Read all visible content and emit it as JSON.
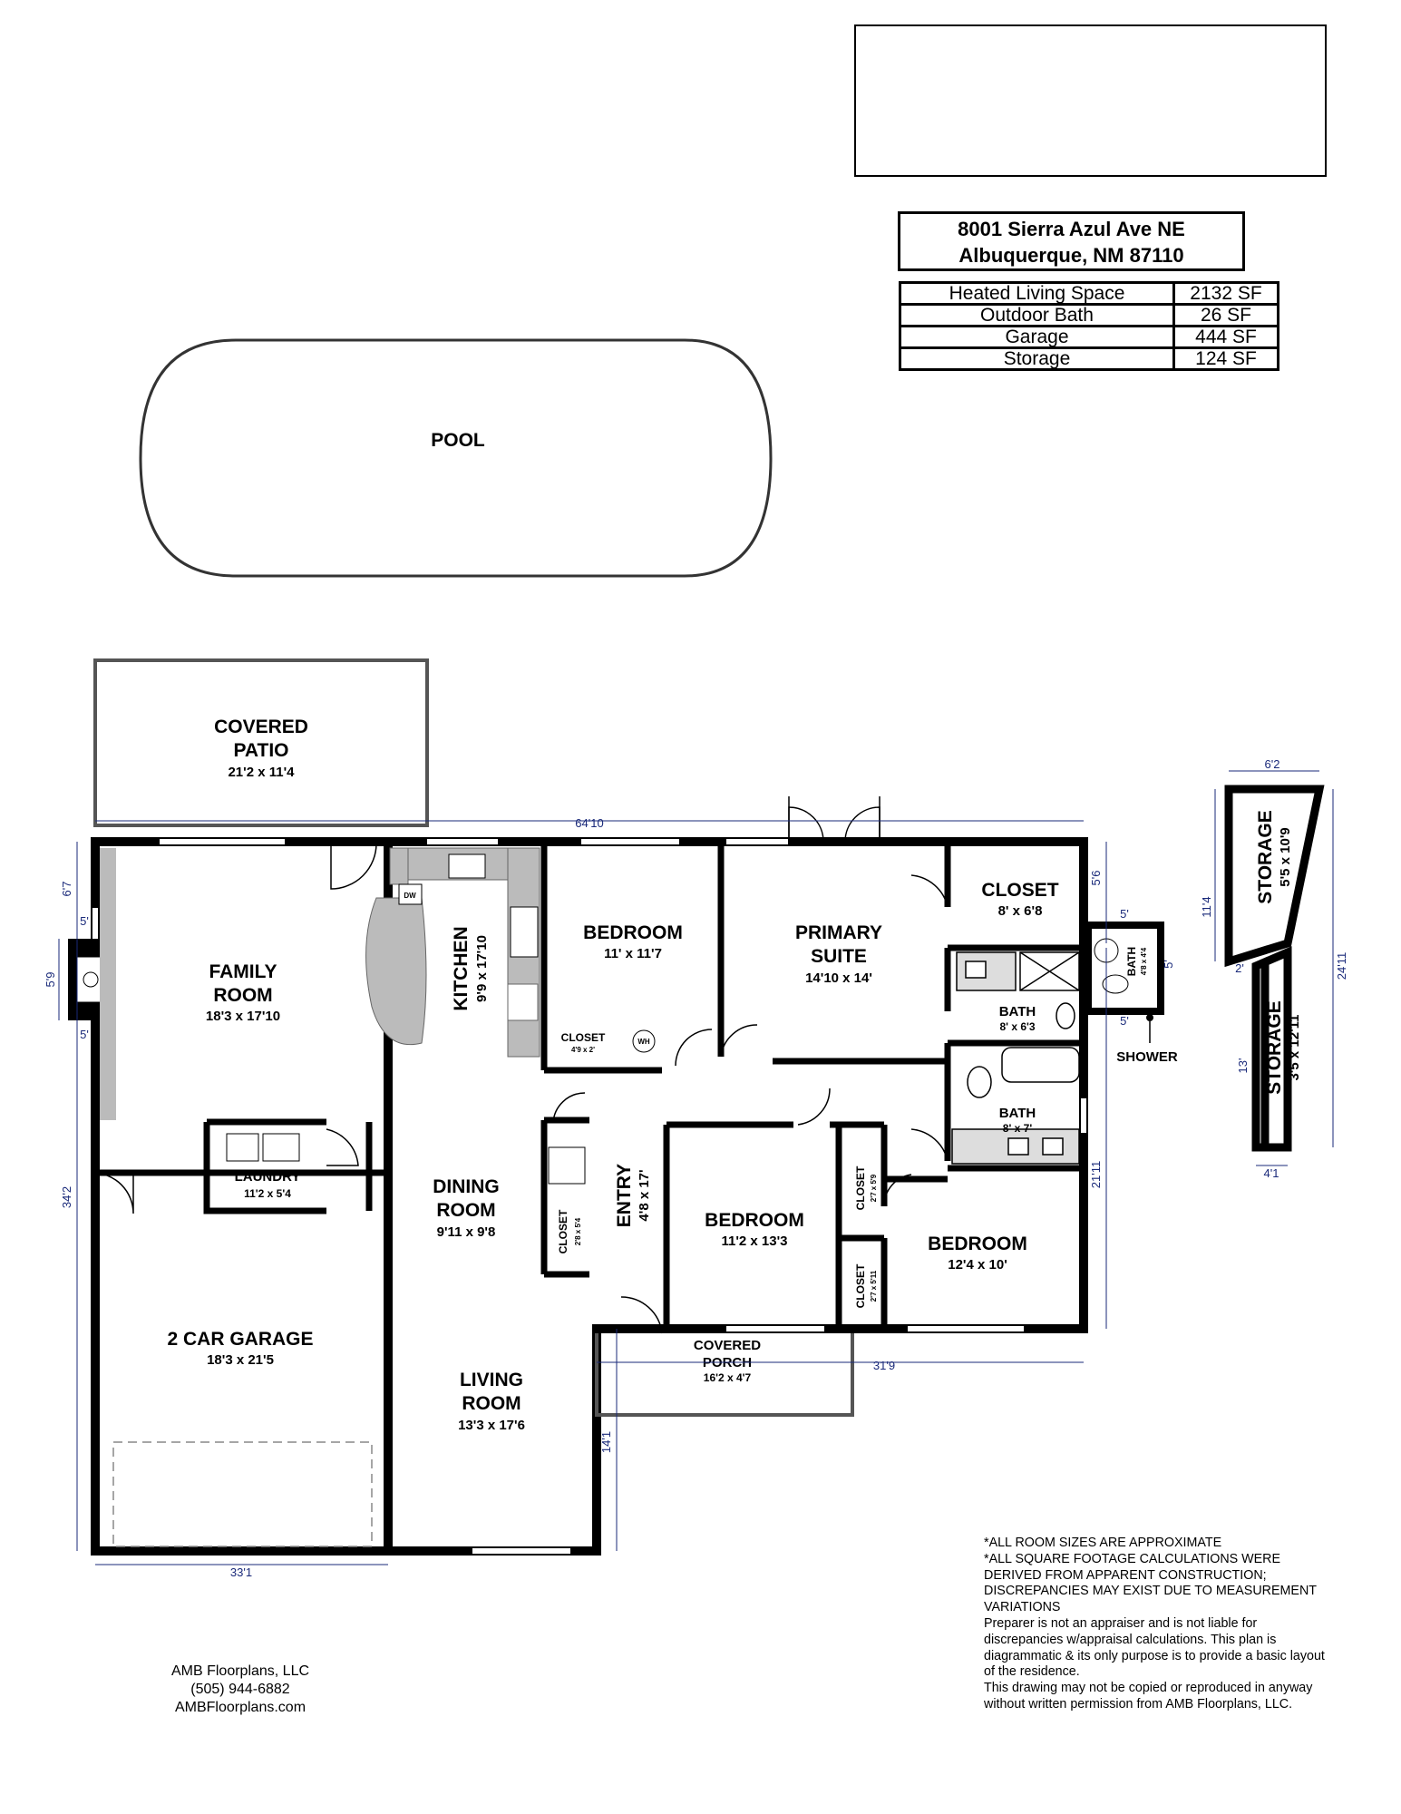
{
  "address": {
    "line1": "8001 Sierra Azul Ave NE",
    "line2": "Albuquerque, NM 87110"
  },
  "areas": [
    {
      "label": "Heated Living Space",
      "value": "2132 SF"
    },
    {
      "label": "Outdoor Bath",
      "value": "26 SF"
    },
    {
      "label": "Garage",
      "value": "444 SF"
    },
    {
      "label": "Storage",
      "value": "124 SF"
    }
  ],
  "rooms": {
    "pool": {
      "name": "POOL"
    },
    "covered_patio": {
      "name1": "COVERED",
      "name2": "PATIO",
      "size": "21'2 x 11'4"
    },
    "family_room": {
      "name1": "FAMILY",
      "name2": "ROOM",
      "size": "18'3 x 17'10"
    },
    "kitchen": {
      "name": "KITCHEN",
      "size": "9'9 x 17'10"
    },
    "bedroom_nw": {
      "name": "BEDROOM",
      "size": "11' x 11'7"
    },
    "closet_small": {
      "name": "CLOSET",
      "size": "4'9 x 2'"
    },
    "water_heater": {
      "label": "WH"
    },
    "dishwasher": {
      "label": "DW"
    },
    "primary_suite": {
      "name1": "PRIMARY",
      "name2": "SUITE",
      "size": "14'10 x 14'"
    },
    "primary_closet": {
      "name": "CLOSET",
      "size": "8' x 6'8"
    },
    "primary_bath": {
      "name": "BATH",
      "size": "8' x 6'3"
    },
    "hall_bath": {
      "name": "BATH",
      "size": "8' x 7'"
    },
    "outdoor_bath": {
      "name": "BATH",
      "size": "4'8 x 4'4"
    },
    "shower": {
      "name": "SHOWER"
    },
    "laundry": {
      "name": "LAUNDRY",
      "size": "11'2 x 5'4"
    },
    "dining_room": {
      "name1": "DINING",
      "name2": "ROOM",
      "size": "9'11 x 9'8"
    },
    "entry_closet": {
      "name": "CLOSET",
      "size": "2'8 x 5'4"
    },
    "entry": {
      "name": "ENTRY",
      "size": "4'8 x 17'"
    },
    "bedroom_mid": {
      "name": "BEDROOM",
      "size": "11'2 x 13'3"
    },
    "closet_upper": {
      "name": "CLOSET",
      "size": "2'7 x 5'9"
    },
    "closet_lower": {
      "name": "CLOSET",
      "size": "2'7 x 5'11"
    },
    "bedroom_se": {
      "name": "BEDROOM",
      "size": "12'4 x 10'"
    },
    "garage": {
      "name": "2 CAR GARAGE",
      "size": "18'3 x 21'5"
    },
    "living_room": {
      "name1": "LIVING",
      "name2": "ROOM",
      "size": "13'3 x 17'6"
    },
    "covered_porch": {
      "name1": "COVERED",
      "name2": "PORCH",
      "size": "16'2 x 4'7"
    },
    "storage_upper": {
      "name": "STORAGE",
      "size": "5'5 x 10'9"
    },
    "storage_lower": {
      "name": "STORAGE",
      "size": "3'5 x 12'11"
    }
  },
  "dimensions": {
    "top_width": "64'10",
    "left_height": "34'2",
    "left_top": "6'7",
    "fireplace_height": "5'9",
    "fireplace_offset_top": "5'",
    "fireplace_offset_bottom": "5'",
    "bottom_width": "33'1",
    "porch_width": "31'9",
    "porch_depth": "14'1",
    "right_height": "21'11",
    "right_top": "5'6",
    "outbath_width": "5'",
    "outbath_height": "5'",
    "outbath_bottom": "5'",
    "storage_top_width": "6'2",
    "storage_upper_height": "11'4",
    "storage_gap": "2'",
    "storage_lower_height": "13'",
    "storage_total_height": "24'11",
    "storage_bottom_width": "4'1"
  },
  "notes": [
    "*ALL ROOM SIZES ARE APPROXIMATE",
    "*ALL SQUARE FOOTAGE CALCULATIONS WERE DERIVED FROM APPARENT CONSTRUCTION; DISCREPANCIES MAY EXIST DUE TO MEASUREMENT VARIATIONS",
    "Preparer is not an appraiser and is not liable for discrepancies w/appraisal calculations.  This plan is diagrammatic & its only purpose is to provide a basic layout of the residence.",
    "This drawing may not be copied or reproduced in anyway without written permission from AMB Floorplans, LLC."
  ],
  "company": {
    "name": "AMB Floorplans, LLC",
    "phone": "(505) 944-6882",
    "website": "AMBFloorplans.com"
  }
}
